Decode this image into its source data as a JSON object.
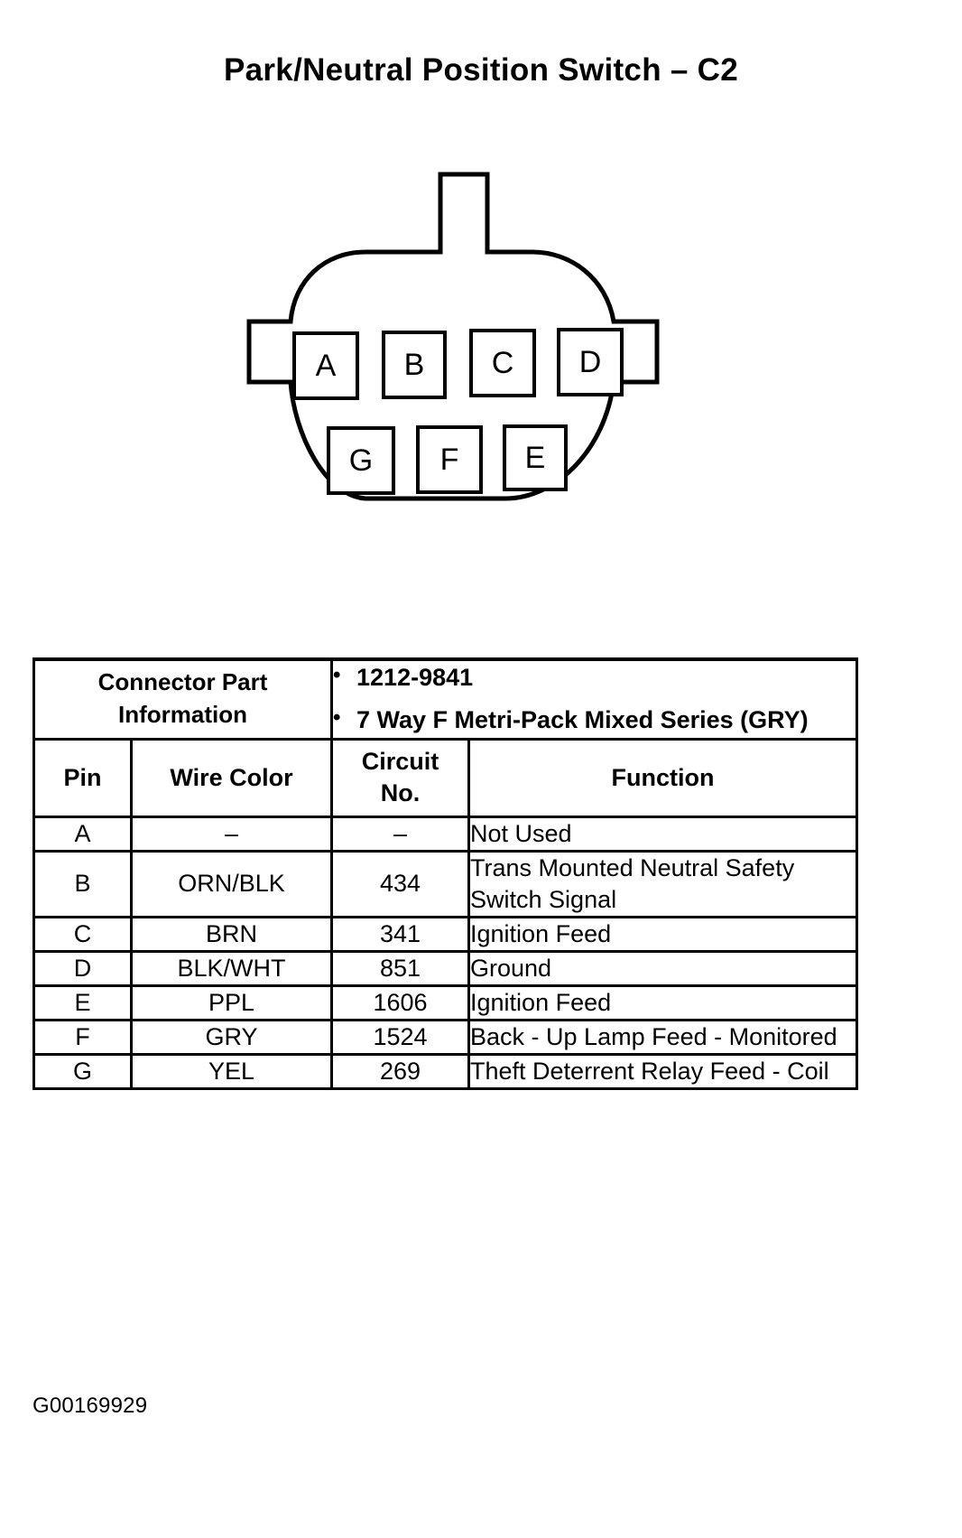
{
  "title": "Park/Neutral Position Switch – C2",
  "connector": {
    "name": "park-neutral-position-switch-c2-connector",
    "top_row_pins": [
      "A",
      "B",
      "C",
      "D"
    ],
    "bottom_row_pins": [
      "G",
      "F",
      "E"
    ]
  },
  "table": {
    "connector_part_information_label": "Connector Part Information",
    "connector_part_information_lines": [
      "1212-9841",
      "7 Way F Metri-Pack Mixed Series (GRY)"
    ],
    "headers": {
      "pin": "Pin",
      "wire_color": "Wire Color",
      "circuit_no": "Circuit No.",
      "function": "Function"
    },
    "rows": [
      {
        "pin": "A",
        "wire_color": "–",
        "circuit_no": "–",
        "function": "Not Used"
      },
      {
        "pin": "B",
        "wire_color": "ORN/BLK",
        "circuit_no": "434",
        "function": "Trans Mounted Neutral Safety Switch Signal"
      },
      {
        "pin": "C",
        "wire_color": "BRN",
        "circuit_no": "341",
        "function": "Ignition Feed"
      },
      {
        "pin": "D",
        "wire_color": "BLK/WHT",
        "circuit_no": "851",
        "function": "Ground"
      },
      {
        "pin": "E",
        "wire_color": "PPL",
        "circuit_no": "1606",
        "function": "Ignition Feed"
      },
      {
        "pin": "F",
        "wire_color": "GRY",
        "circuit_no": "1524",
        "function": "Back - Up Lamp Feed - Monitored"
      },
      {
        "pin": "G",
        "wire_color": "YEL",
        "circuit_no": "269",
        "function": "Theft Deterrent Relay Feed - Coil"
      }
    ]
  },
  "footer_code": "G00169929"
}
